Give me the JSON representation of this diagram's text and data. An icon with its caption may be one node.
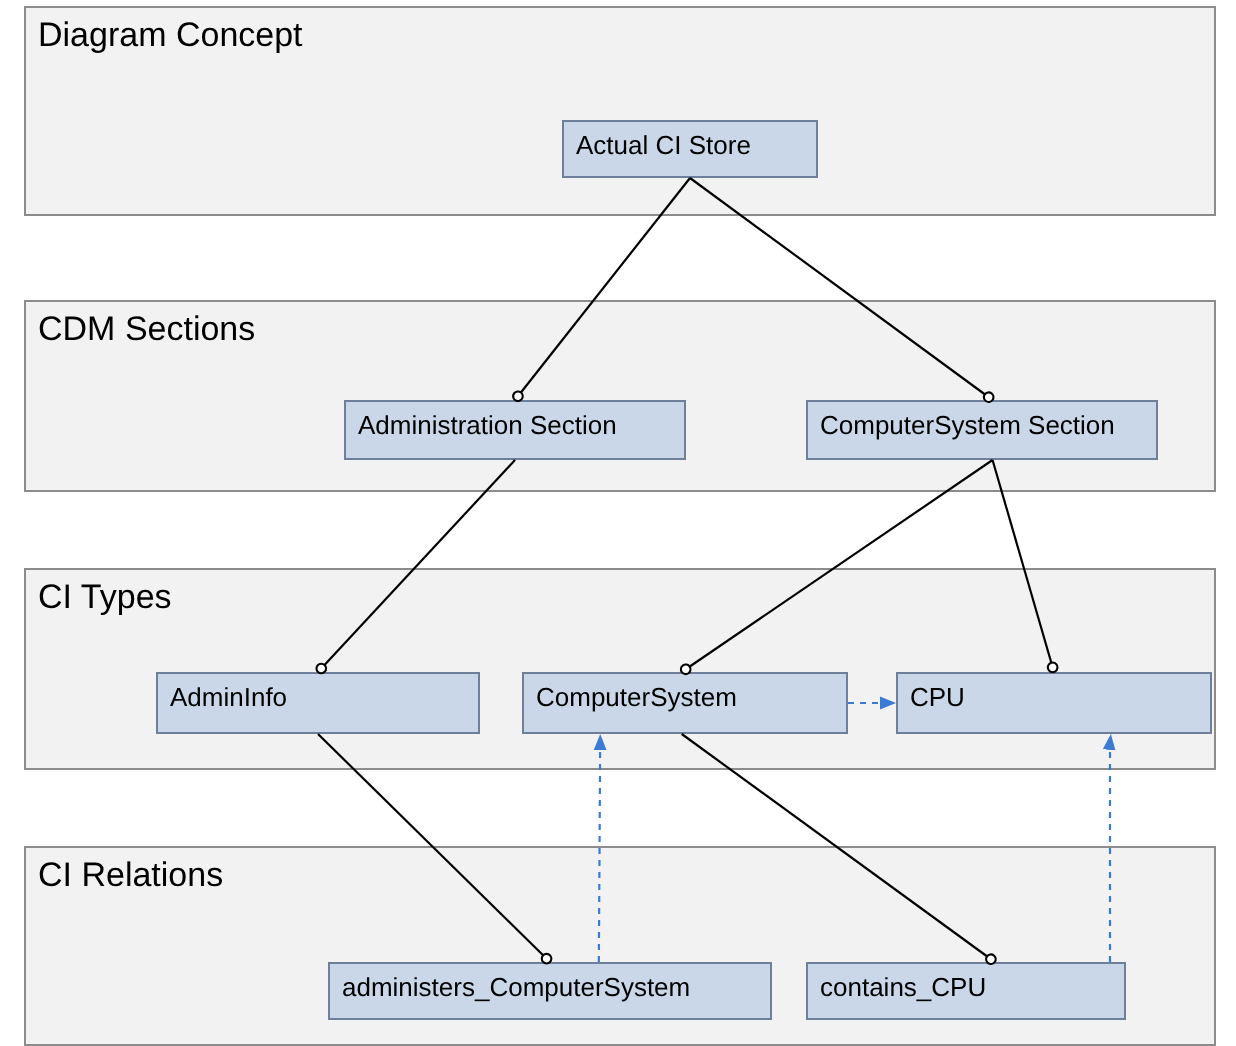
{
  "diagram": {
    "nodes": [
      {
        "text": [
          "Diagram Concept"
        ]
      },
      {
        "text": [
          "Actual CI Store"
        ],
        "in": 0
      },
      {
        "text": [
          "CDM Sections"
        ]
      },
      {
        "text": [
          "Administration Section"
        ],
        "in": 2
      },
      {
        "text": [
          "ComputerSystem Section"
        ],
        "in": 2
      },
      {
        "text": [
          "CI Types"
        ]
      },
      {
        "text": [
          "AdminInfo"
        ],
        "in": 5
      },
      {
        "text": [
          "ComputerSystem"
        ],
        "in": 5
      },
      {
        "text": [
          "CPU"
        ],
        "in": 5
      },
      {
        "text": [
          "CI Relations"
        ]
      },
      {
        "text": [
          "administers_ComputerSystem"
        ],
        "in": 9
      },
      {
        "text": [
          "contains_CPU"
        ],
        "in": 9
      }
    ],
    "edges": [
      {
        "from": 1,
        "to": 3,
        "arrow": "other"
      },
      {
        "from": 1,
        "to": 4,
        "arrow": "other"
      },
      {
        "from": 3,
        "to": 6,
        "arrow": "other"
      },
      {
        "from": 4,
        "to": 7,
        "arrow": "other"
      },
      {
        "from": 4,
        "to": 8,
        "arrow": "other"
      },
      {
        "from": 7,
        "to": 8,
        "arrow": "to",
        "style": "dashed",
        "color": "#3a7bd5"
      },
      {
        "from": 6,
        "to": 10,
        "arrow": "other"
      },
      {
        "from": 7,
        "to": 11,
        "arrow": "other"
      },
      {
        "from": 10,
        "to": 7,
        "arrow": "to",
        "style": "dashed",
        "color": "#3a7bd5"
      },
      {
        "from": 11,
        "to": 8,
        "arrow": "to",
        "style": "dashed",
        "color": "#3a7bd5"
      }
    ]
  }
}
